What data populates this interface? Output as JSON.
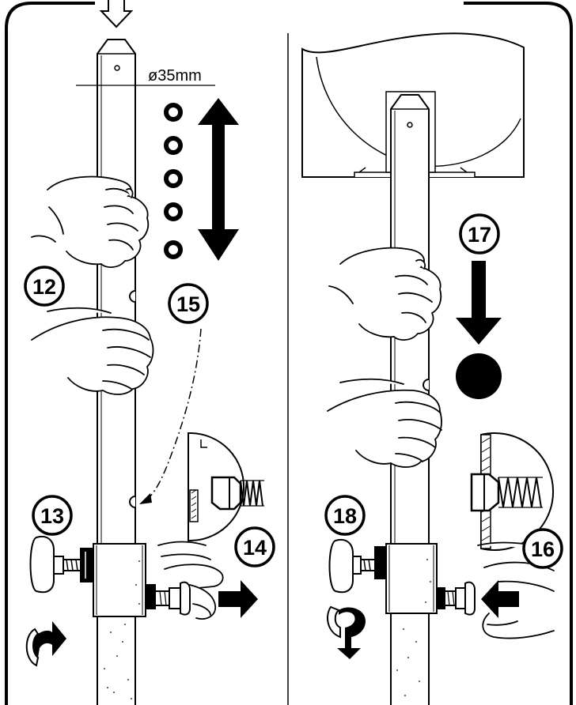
{
  "colors": {
    "ink": "#000000",
    "paper": "#ffffff",
    "skin_line": "#111111"
  },
  "steps": {
    "step12": "12",
    "step13": "13",
    "step14": "14",
    "step15": "15",
    "step16": "16",
    "step17": "17",
    "step18": "18"
  },
  "dimension": {
    "pole_diameter": "ø35mm"
  },
  "icons": {
    "down_arrow_outline": "hollow-down-arrow-icon",
    "up_down_arrow": "double-headed-arrow-icon",
    "height_rings": "ring-icon",
    "right_arrow": "right-arrow-icon",
    "left_arrow": "left-arrow-icon",
    "rotate_ccw": "rotate-arrow-icon",
    "rotate_cw": "rotate-arrow-icon",
    "down_arrow": "down-arrow-icon",
    "filled_dot": "solid-dot-icon"
  }
}
